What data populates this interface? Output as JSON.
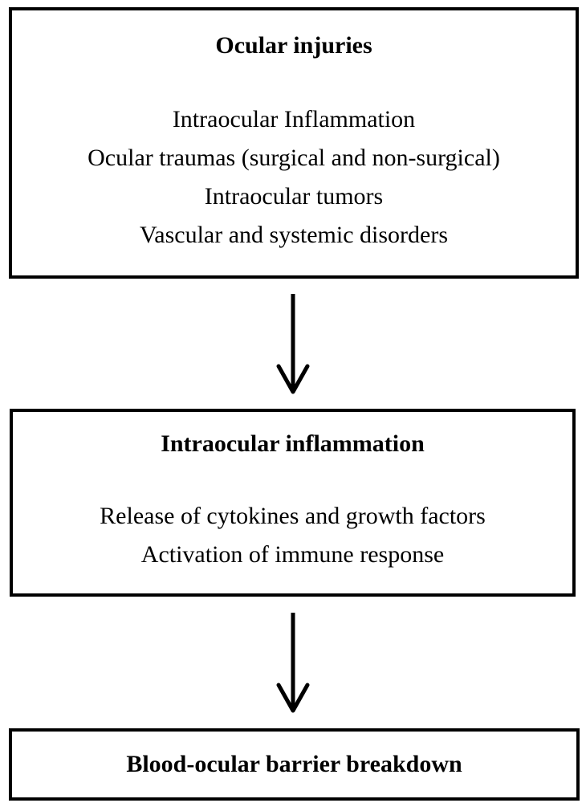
{
  "diagram": {
    "boxes": [
      {
        "title": "Ocular injuries",
        "items": [
          "Intraocular Inflammation",
          "Ocular traumas (surgical and non-surgical)",
          "Intraocular tumors",
          "Vascular and systemic disorders"
        ]
      },
      {
        "title": "Intraocular inflammation",
        "items": [
          "Release of cytokines and growth factors",
          "Activation of immune response"
        ]
      },
      {
        "title": "Blood-ocular barrier breakdown",
        "items": []
      }
    ],
    "arrows": [
      {
        "from": "Ocular injuries",
        "to": "Intraocular inflammation",
        "icon": "arrow-down-icon"
      },
      {
        "from": "Intraocular inflammation",
        "to": "Blood-ocular barrier breakdown",
        "icon": "arrow-down-icon"
      }
    ],
    "colors": {
      "stroke": "#000000",
      "background": "#ffffff"
    }
  }
}
